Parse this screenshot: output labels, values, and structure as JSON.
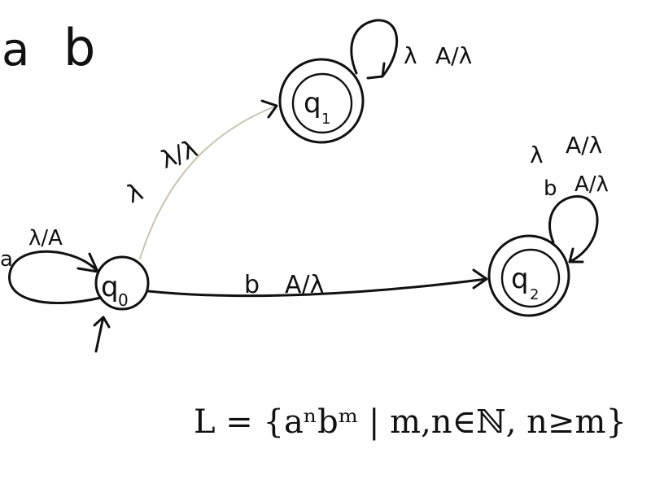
{
  "alphabet": {
    "symbol_a": "a",
    "symbol_b": "b"
  },
  "states": {
    "q0": {
      "label": "q",
      "sub": "0"
    },
    "q1": {
      "label": "q",
      "sub": "1"
    },
    "q2": {
      "label": "q",
      "sub": "2"
    }
  },
  "transitions": {
    "q0_loop": {
      "input": "a",
      "op": "λ/A"
    },
    "q0_to_q1": {
      "input": "λ",
      "op": "λ/λ"
    },
    "q0_to_q2": {
      "input": "b",
      "op": "A/λ"
    },
    "q1_loop": {
      "input": "λ",
      "op": "A/λ"
    },
    "q2_loop_1": {
      "input": "λ",
      "op": "A/λ"
    },
    "q2_loop_2": {
      "input": "b",
      "op": "A/λ"
    }
  },
  "language": {
    "text": "L = {aⁿbᵐ | m,n∈ℕ, n≥m}"
  }
}
